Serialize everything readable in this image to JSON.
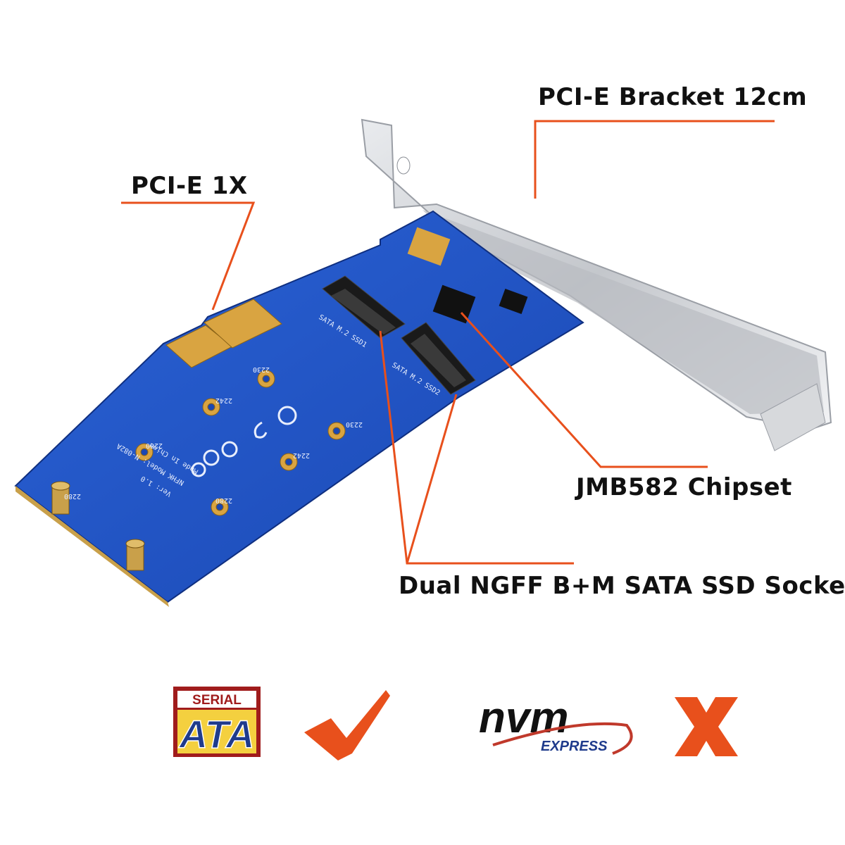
{
  "callouts": {
    "bracket": "PCI-E Bracket 12cm",
    "pcie": "PCI-E 1X",
    "chipset": "JMB582 Chipset",
    "socket": "Dual NGFF B+M SATA SSD Socket"
  },
  "board_silkscreen": {
    "socket1": "SATA M.2 SSD1",
    "socket2": "SATA M.2 SSD2",
    "hole_2230_a": "2230",
    "hole_2242_a": "2242",
    "hole_2260": "2260",
    "hole_2230_b": "2230",
    "hole_2242_b": "2242",
    "hole_2280_a": "2280",
    "hole_2280_b": "2280",
    "made_in": "Made In China",
    "model": "NFHK Model: N-082A",
    "version": "Ver: 1.0"
  },
  "logos": {
    "sata_top": "SERIAL",
    "sata_bottom": "ATA",
    "nvm": "nvm",
    "express": "EXPRESS"
  },
  "marks": {
    "supported": "check-icon",
    "unsupported": "x-icon"
  },
  "colors": {
    "pcb_blue": "#1b4fc4",
    "leader_orange": "#e8501c",
    "gold": "#d9a441",
    "bracket_silver": "#c9ccd0"
  }
}
